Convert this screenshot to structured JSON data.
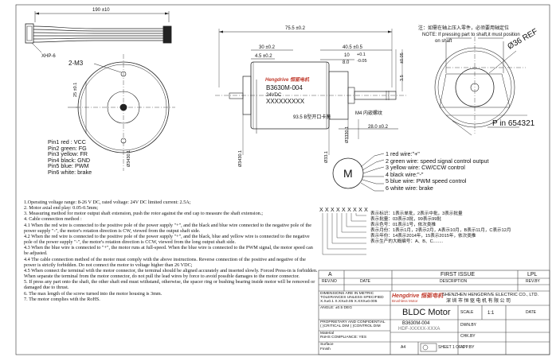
{
  "drawing": {
    "top_note_cn": "注：如需在轴上压入零件，必须要用轴定位",
    "top_note_en_1": "NOTE: If pressing part to shaft,it must position",
    "top_note_en_2": "on shaft",
    "connector_dim": "190 ±10",
    "connector_label": "XHP-6",
    "screw_label": "2-M3",
    "overall_length": "75.5 ±0.2",
    "dim_30": "30 ±0.2",
    "dim_4_5": "4.5 ±0.2",
    "dim_40_5": "40.5 ±0.5",
    "dim_10": "10",
    "dim_tol_plus": "+0.1",
    "dim_8": "8.0",
    "dim_tol_minus": "-0.05",
    "dim_35": "3.5",
    "dim_side_tol": "±0.05",
    "dim_25": "25 ±0.1",
    "dim_28": "28.0 ±0.2",
    "dim_d50": "Ø36 REF",
    "dim_93": "93.5 B型开口卡簧",
    "label_m4": "M4 内嵌螺纹",
    "dia_body": "Ø3430.1",
    "dia_front": "Ø33.1",
    "dia_rear": "Ø3330.1",
    "dia_left": "Ø3430.1",
    "label_brand": "Hengdrive 恒驱电机",
    "label_model": "B3630M-004",
    "label_voltage": "24VDC",
    "label_serial": "XXXXXXXXX",
    "p_in": "P in 654321",
    "motor_symbol": "M"
  },
  "pins": [
    "Pin1 red : VCC",
    "Pin2 green: FG",
    "Pin3 yellow: FR",
    "Pin4 black: GND",
    "Pin5 blue: PWM",
    "Pin6 white: brake"
  ],
  "wires": [
    "1 red wire:\"+\"",
    "2 green wire: speed signal control output",
    "3 yellow wire: CW/CCW control",
    "4 black wire:\"-\"",
    "5 blue wire: PWM speed control",
    "6 white wire: brake"
  ],
  "serial_code": "X X X X X X X X X",
  "serial_legend": [
    "表示标识：1表示单批，2表示中批，3表示批量",
    "表示批量：03表示3批，99表示99批",
    "表示色号：01表示1号，依次类推",
    "表示月份：1表示1月，2表示2月，A表示10月，B表示11月，C表示12月",
    "表示年份：14表示2014年，15表示2015年，依次类推",
    "表示生产的大概编号：A、B、C........"
  ],
  "notes": [
    "1.Operating voltage range: 8-26  V DC,  rated voltage: 24V DC limited current: 2.5A;",
    "2. Motor axial end play: 0.05-0.5mm;",
    "3. Measuring method for motor output shaft extension, push the rotor against the end cap to measure the shaft extension.;",
    "4. Cable connection method :",
    "4.1 When the red wire is connected to the positive pole of the power supply \"+\", and the black and blue wire connected to the negative pole of the power supply \"-\", the motor's rotation direction is CW, viewed from the output shaft side.",
    "4.2 When the red wire is connected to the positive pole of the power supply \"+\", and the black, blue and yellow wire is connected to the negative pole of the power supply \"-\", the motor's rotation direction is CCW, viewed from the long output shaft side.",
    "4.3 When the blue wire is connected to \"+\", the motor runs at full-speed. When the blue wire is connected to the PWM signal, the motor speed can be adjusted.",
    "4.4 The cable connection method of the motor must comply with the above instructions. Reverse connection of the positive and negative of the power is strictly forbidden. Do not connect the motor to voltage higher than 26 VDC;",
    "4.5 When connect the terminal with the motor connector, the terminal should be aligned accurately and inserted slowly. Forced Press-in is forbidden. When separate the terminal from the motor connector, do not pull the lead wires by force to avoid possible damages to the motor connector.",
    "5. If press any part onto the shaft, the other shaft end must withstand, otherwise, the spacer ring or bushing bearing inside motor will be removed or damaged due to thrust.",
    "6. The max length of the screw turned into the motor housing is 3mm.",
    "7. The motor complies with the RoHS."
  ],
  "title_block": {
    "rev_letter": "A",
    "first_issue": "FIRST ISSUE",
    "lpl": "LPL",
    "rev_no": "REV.NO",
    "date": "DATE",
    "description": "DESCRIPTION",
    "rev_by": "REV.BY",
    "dims_metric": "DIMENSIONS ARE IN METRIC",
    "tolerances": "TOLERANCES UNLESS SPECIFIED",
    "tol_line": "X.X±0.1  X.XX±0.05 X.XXX±0.005",
    "angle": "ANGLE: ±0.5 DEG",
    "proprietary": "PROPRIETARY AND CONFIDENTIAL",
    "ctrl": "( )CRITICAL DIM  (  )CONTROL DIM",
    "material_label": "Material",
    "rohs": "RoHS COMPLIANCE:  YES",
    "surface": "Surface",
    "finish": "Finish",
    "company_logo": "Hengdrive 恒驱电机",
    "company_sub": "Brushless Motor",
    "company_en": "SHENZHEN HENGDRIVE ELECTRIC CO., LTD.",
    "company_cn": "深圳市恒驱电机有限公司",
    "title": "BLDC Motor",
    "scale_label": "SCALE",
    "scale_value": "1:1",
    "date_label": "DATE",
    "drwn": "DWN.BY",
    "part_no": "B3630M-004",
    "doc_no": "HDF-XXXXX-XXXA",
    "chkby": "CHK.BY",
    "size": "A4",
    "sheet": "SHEET 1 OF 1",
    "appby": "APP.BY"
  }
}
